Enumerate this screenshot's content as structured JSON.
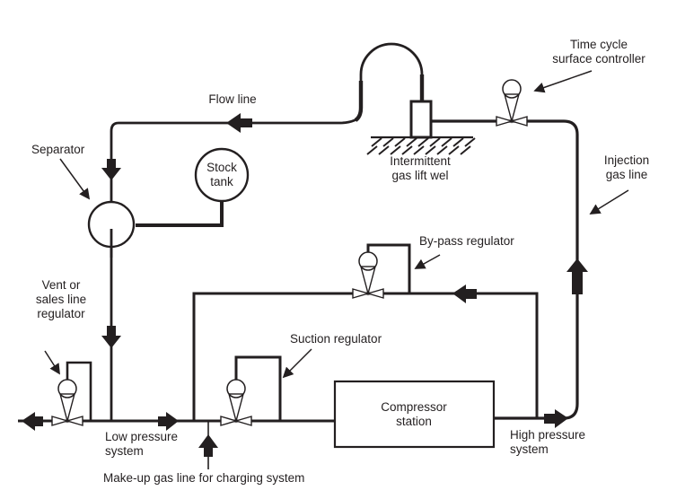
{
  "colors": {
    "ink": "#231f20",
    "background": "#ffffff"
  },
  "labels": {
    "flow_line": "Flow line",
    "separator": "Separator",
    "stock_tank": [
      "Stock",
      "tank"
    ],
    "time_cycle_controller": [
      "Time cycle",
      "surface controller"
    ],
    "gas_lift_well": [
      "Intermittent",
      "gas lift wel"
    ],
    "injection_gas_line": [
      "Injection",
      "gas line"
    ],
    "bypass_regulator": "By-pass regulator",
    "vent_regulator": [
      "Vent or",
      "sales line",
      "regulator"
    ],
    "suction_regulator": "Suction regulator",
    "compressor_station": [
      "Compressor",
      "station"
    ],
    "low_pressure_system": [
      "Low pressure",
      "system"
    ],
    "high_pressure_system": [
      "High pressure",
      "system"
    ],
    "makeup_gas_line": "Make-up gas line for charging system"
  }
}
